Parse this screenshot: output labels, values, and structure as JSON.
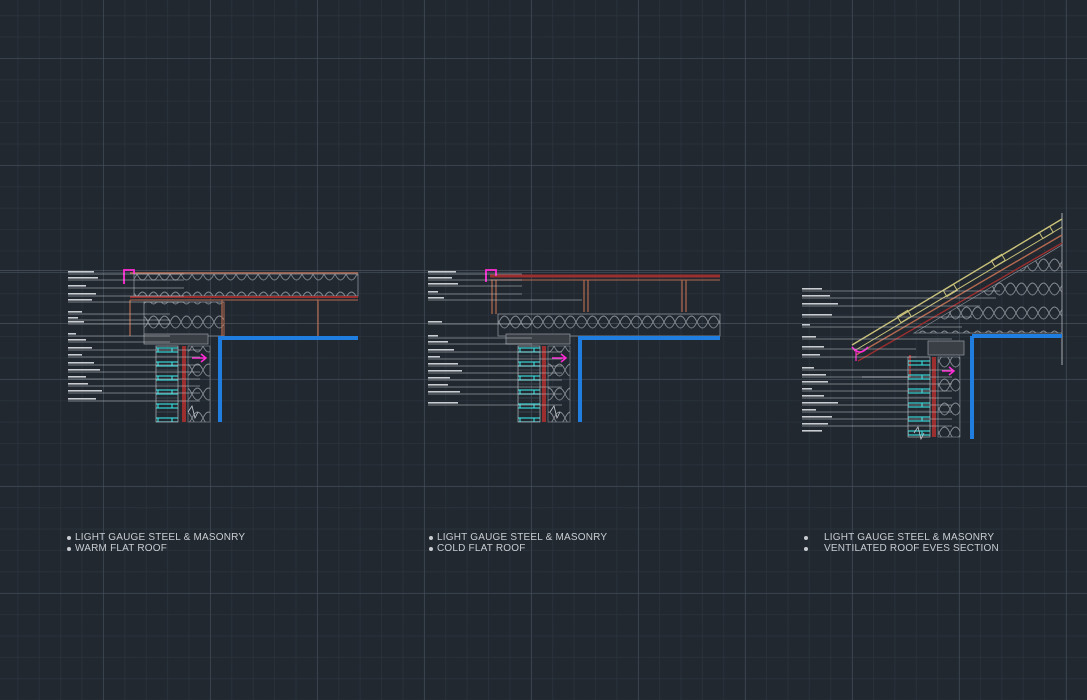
{
  "drawings": [
    {
      "id": "warm-flat-roof",
      "caption_line1": "LIGHT GAUGE STEEL & MASONRY",
      "caption_line2": "WARM FLAT ROOF"
    },
    {
      "id": "cold-flat-roof",
      "caption_line1": "LIGHT GAUGE STEEL & MASONRY",
      "caption_line2": "COLD FLAT ROOF"
    },
    {
      "id": "ventilated-roof-eves",
      "caption_line1": "LIGHT GAUGE STEEL & MASONRY",
      "caption_line2": "VENTILATED ROOF EVES SECTION"
    }
  ],
  "colors": {
    "background": "#212830",
    "grid_major": "#46505c",
    "insulation": "#8a8f96",
    "timber": "#b56a4f",
    "membrane": "#9b2e2e",
    "steel_blue": "#1f7ee0",
    "brick_cyan": "#38d4d6",
    "callout_magenta": "#ff2bd6",
    "tile_yellow": "#c9c27a",
    "annotation_text": "#c9cdd2"
  }
}
